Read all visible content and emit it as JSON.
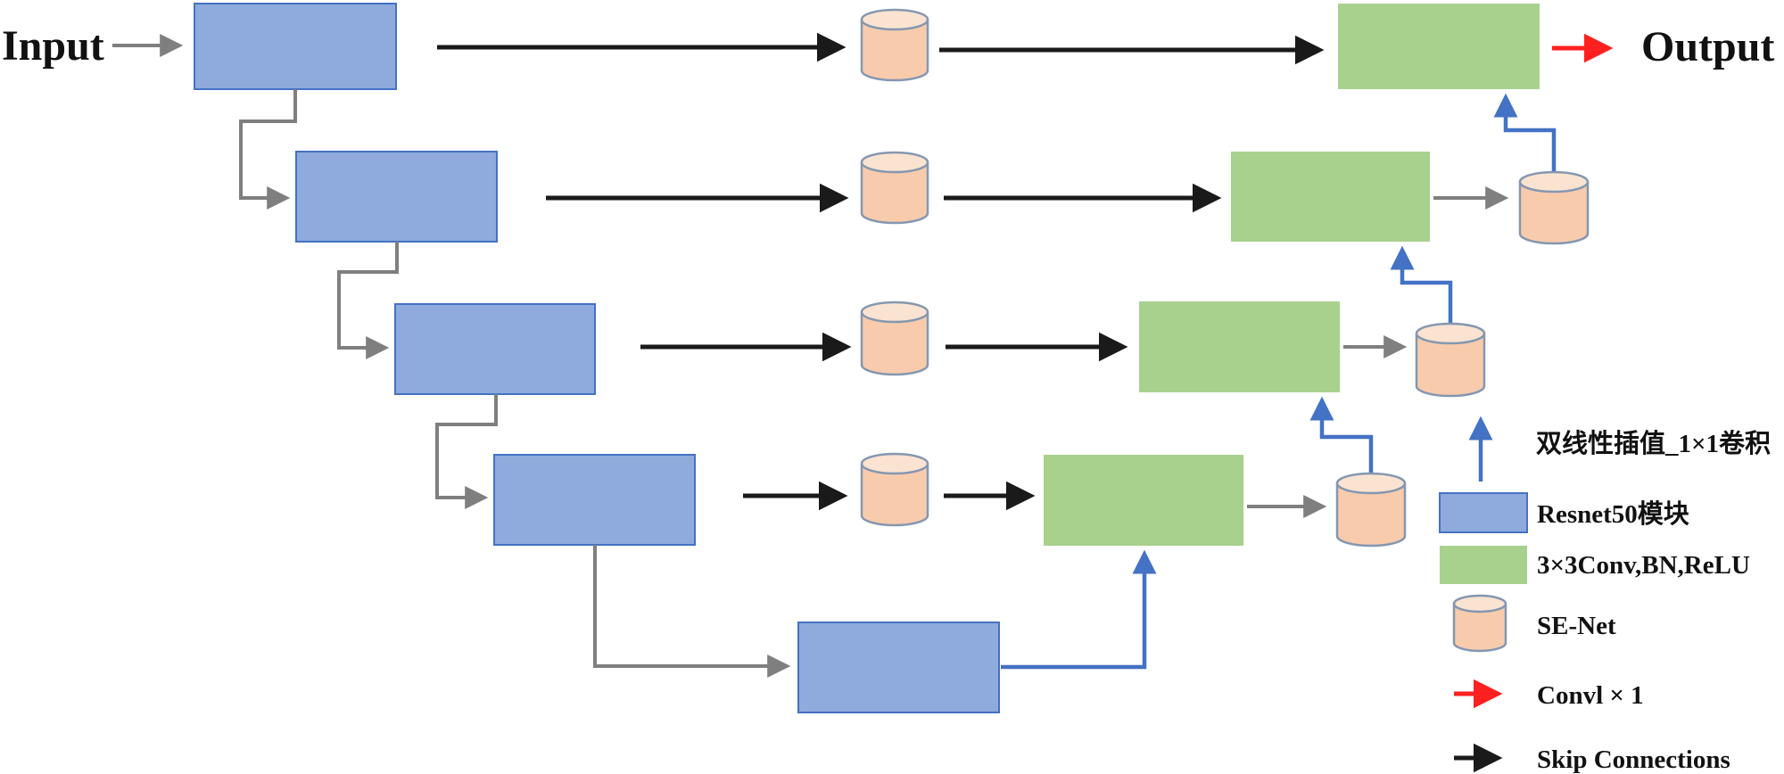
{
  "diagram": {
    "input_label": "Input",
    "output_label": "Output"
  },
  "legend": {
    "items": [
      {
        "symbol": "blue-up-arrow",
        "label": "双线性插值_1×1卷积"
      },
      {
        "symbol": "blue-rect",
        "label": "Resnet50模块"
      },
      {
        "symbol": "green-rect",
        "label": "3×3Conv,BN,ReLU"
      },
      {
        "symbol": "orange-cylinder",
        "label": "SE-Net"
      },
      {
        "symbol": "red-arrow",
        "label": "Convl × 1"
      },
      {
        "symbol": "black-arrow",
        "label": "Skip Connections"
      }
    ]
  },
  "colors": {
    "encoder_block_fill": "#8FAADC",
    "encoder_block_border": "#4472C4",
    "decoder_block_fill": "#A9D18E",
    "senet_fill": "#F8CBAD",
    "senet_top_fill": "#FBE3D1",
    "senet_border": "#8497B0",
    "skip_arrow": "#1A1A1A",
    "downsample_arrow": "#7F7F7F",
    "upsample_arrow": "#4472C4",
    "conv_arrow": "#FF2020"
  }
}
